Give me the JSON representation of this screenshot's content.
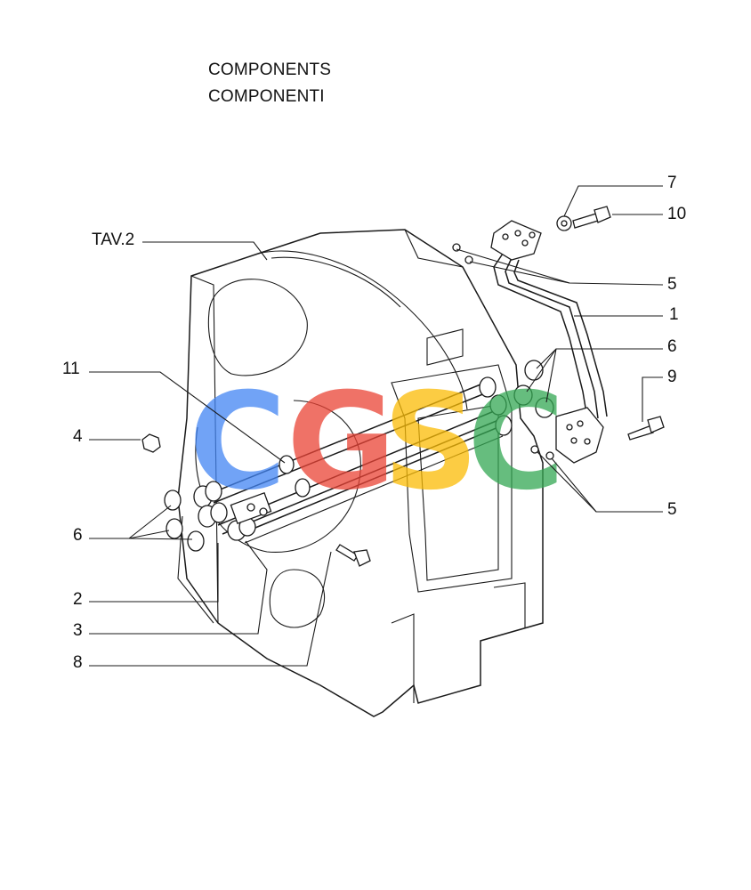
{
  "title": {
    "line1": "COMPONENTS",
    "line2": "COMPONENTI"
  },
  "watermark": [
    {
      "letter": "C",
      "color": "#4285F4"
    },
    {
      "letter": "G",
      "color": "#EA4335"
    },
    {
      "letter": "S",
      "color": "#FBBC05"
    },
    {
      "letter": "C",
      "color": "#34A853"
    }
  ],
  "callouts": {
    "tav": "TAV.2",
    "c7": "7",
    "c10": "10",
    "c5a": "5",
    "c1": "1",
    "c6a": "6",
    "c9": "9",
    "c5b": "5",
    "c11": "11",
    "c4": "4",
    "c6b": "6",
    "c2": "2",
    "c3": "3",
    "c8": "8"
  }
}
